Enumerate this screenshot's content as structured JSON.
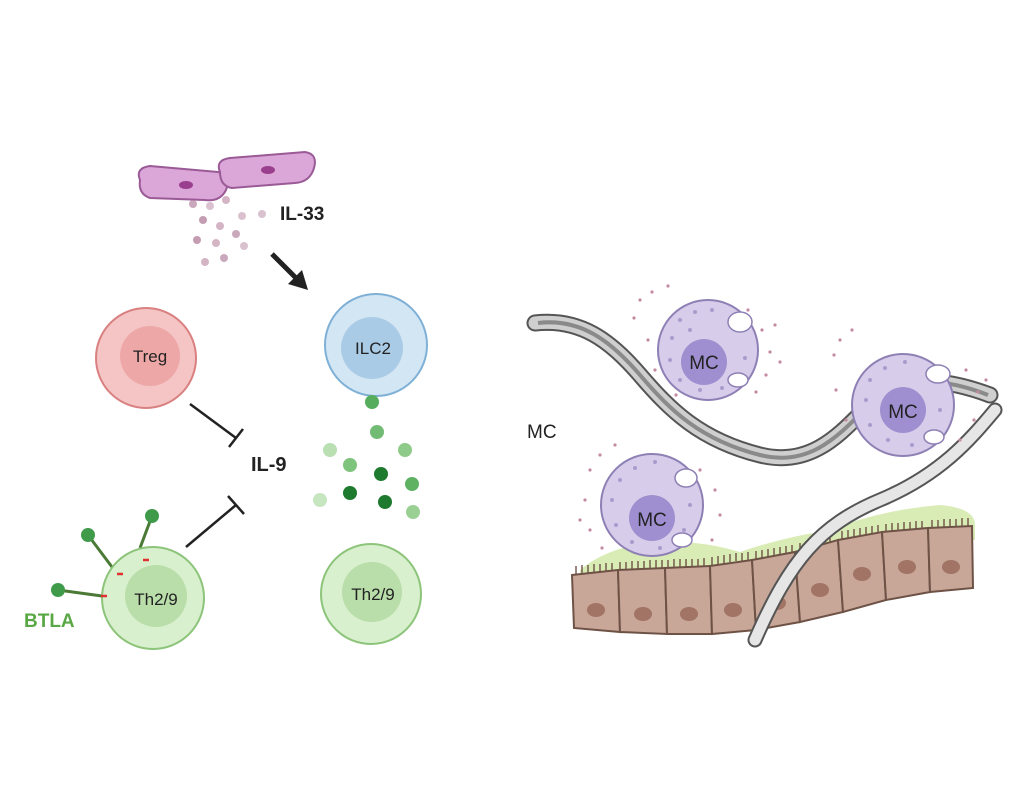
{
  "labels": {
    "il33": "IL-33",
    "il9": "IL-9",
    "btla": "BTLA",
    "treg": "Treg",
    "ilc2": "ILC2",
    "th29_left": "Th2/9",
    "th29_right": "Th2/9",
    "mc_free": "MC",
    "mc_cell_1": "MC",
    "mc_cell_2": "MC",
    "mc_cell_3": "MC"
  },
  "colors": {
    "epithelial_pink": "#d9a3d6",
    "il33_dots": "#b5849f",
    "treg_fill": "#f4b6b6",
    "ilc2_fill": "#c7dff0",
    "th_fill": "#d3ecc6",
    "il9_dots": "#3f9a4a",
    "btla_green": "#5aa845",
    "mc_fill": "#d7cdea",
    "worm_gray": "#8a8a8a",
    "gut_brown": "#c9a99a",
    "mucus_green": "#d9ecb5"
  }
}
